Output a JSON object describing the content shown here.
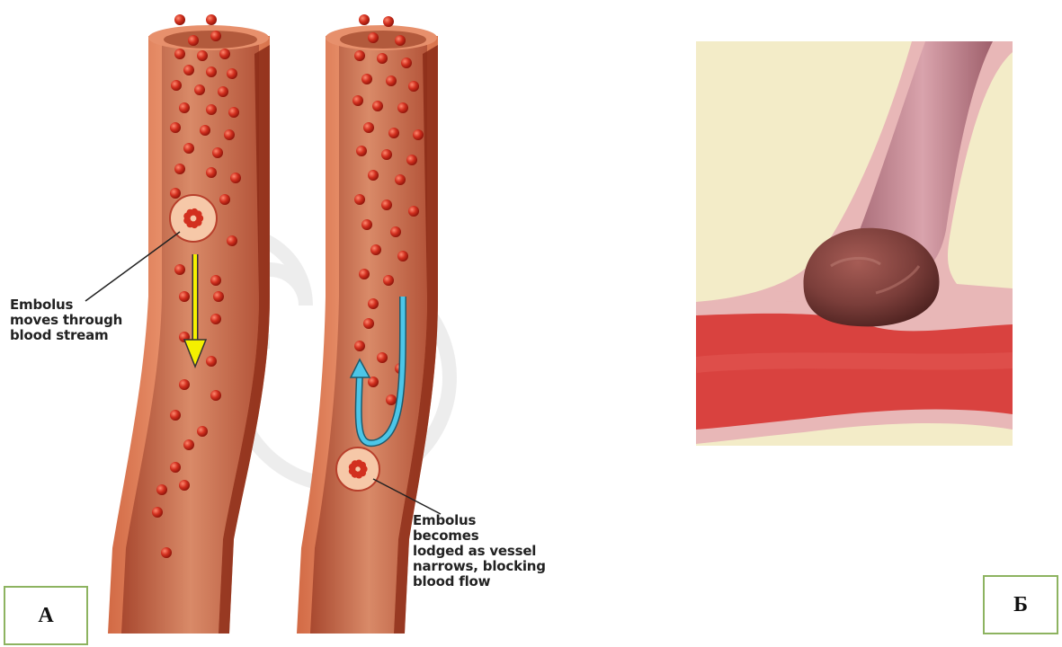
{
  "panel_a": {
    "caption_moving": "Embolus\nmoves through\nblood stream",
    "caption_lodged": "Embolus\nbecomes\nlodged as vessel\nnarrows, blocking\nblood flow",
    "label": "А"
  },
  "panel_b": {
    "label": "Б"
  },
  "colors": {
    "vessel_wall": "#e3845a",
    "vessel_lumen": "#c86a4c",
    "vessel_dark": "#7a1c12",
    "blood_cell": "#c8281c",
    "arrow_yellow": "#f4f000",
    "arrow_blue": "#4cc6e8",
    "background_b": "#f3ecc8",
    "blood_b": "#d9423f",
    "clot": "#7b3e3a",
    "box_border": "#8db360"
  }
}
